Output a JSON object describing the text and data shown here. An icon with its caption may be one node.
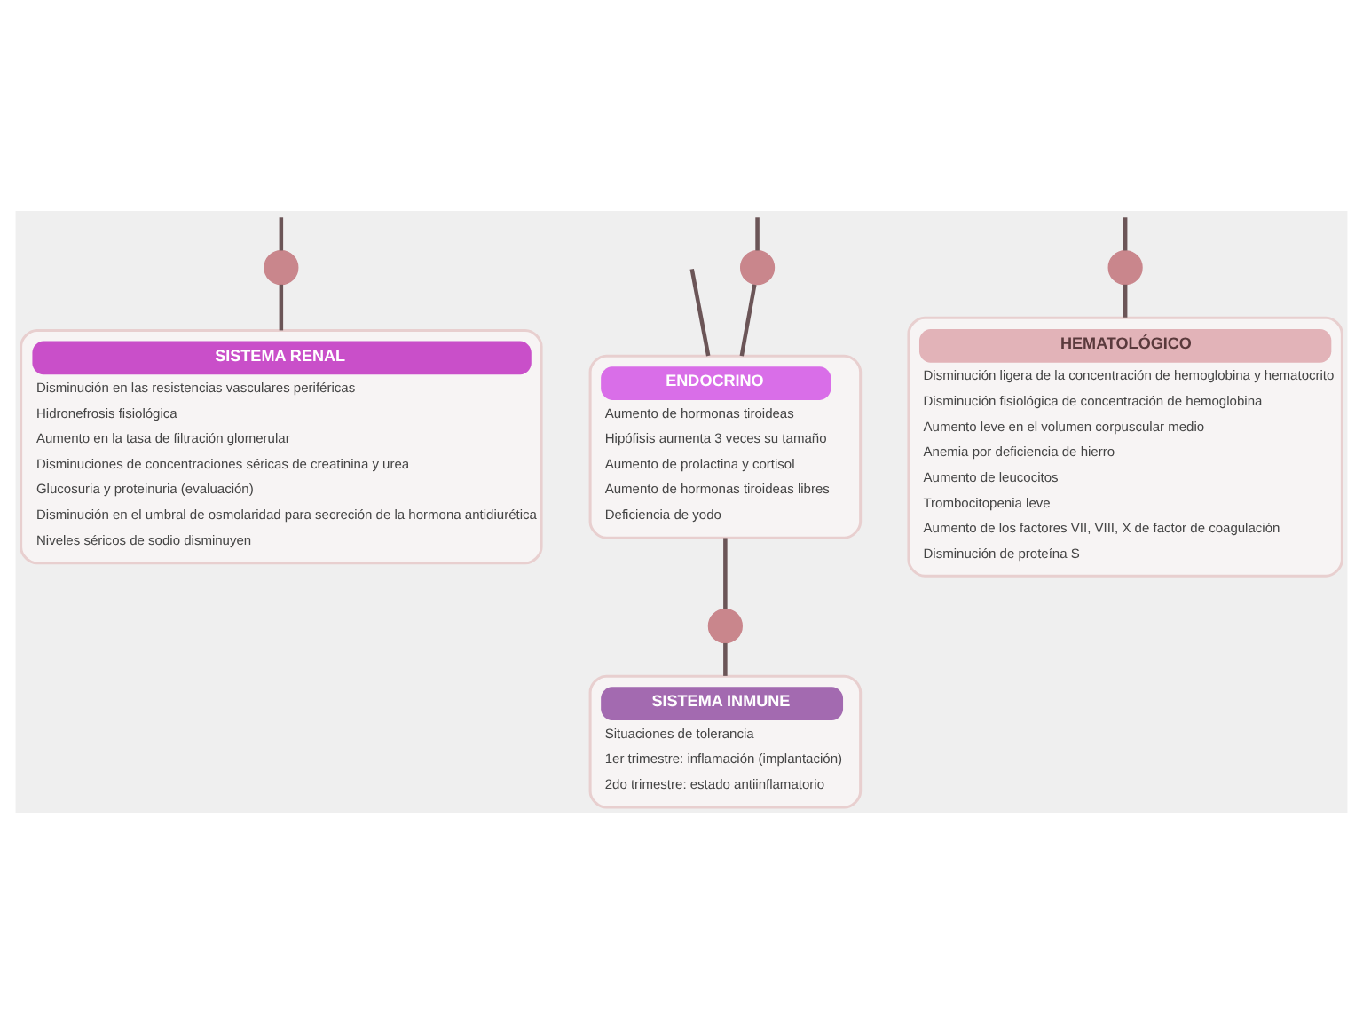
{
  "diagram": {
    "nodes": [
      {
        "text": [],
        "shape": "circle"
      },
      {
        "text": [],
        "shape": "circle"
      },
      {
        "text": [],
        "shape": "circle"
      },
      {
        "text": [
          "SISTEMA RENAL",
          "Disminución en las resistencias vasculares periféricas",
          "Hidronefrosis fisiológica",
          "Aumento en la tasa de filtración glomerular",
          "Disminuciones de concentraciones séricas de creatinina y urea",
          "Glucosuria y proteinuria (evaluación)",
          "Disminución en el umbral de osmolaridad para secreción de la hormona antidiurética",
          "Niveles séricos de sodio disminuyen"
        ]
      },
      {
        "text": [
          "ENDOCRINO",
          "Aumento de hormonas tiroideas",
          "Hipófisis aumenta 3 veces su tamaño",
          "Aumento de prolactina y cortisol",
          "Aumento de hormonas tiroideas libres",
          "Deficiencia de yodo"
        ]
      },
      {
        "text": [
          "HEMATOLÓGICO",
          "Disminución ligera de la concentración de hemoglobina y hematocrito",
          "Disminución fisiológica de concentración de hemoglobina",
          "Aumento leve en el volumen corpuscular medio",
          "Anemia por deficiencia de hierro",
          "Aumento de leucocitos",
          "Trombocitopenia leve",
          "Aumento de los factores VII, VIII, X de factor de coagulación",
          "Disminución de proteína S"
        ]
      },
      {
        "text": [],
        "shape": "circle"
      },
      {
        "text": [
          "SISTEMA INMUNE",
          "Situaciones de tolerancia",
          "1er trimestre: inflamación (implantación)",
          "2do trimestre: estado antiinflamatorio"
        ]
      }
    ],
    "edges": [
      {
        "from": null,
        "to": 0,
        "arrow": "none"
      },
      {
        "from": 0,
        "to": 3,
        "arrow": "none"
      },
      {
        "from": null,
        "to": 1,
        "arrow": "none"
      },
      {
        "from": 1,
        "to": 4,
        "arrow": "none"
      },
      {
        "from": null,
        "to": 4,
        "arrow": "none"
      },
      {
        "from": null,
        "to": 2,
        "arrow": "none"
      },
      {
        "from": 2,
        "to": 5,
        "arrow": "none"
      },
      {
        "from": 4,
        "to": 6,
        "arrow": "none"
      },
      {
        "from": 6,
        "to": 7,
        "arrow": "none"
      }
    ]
  }
}
